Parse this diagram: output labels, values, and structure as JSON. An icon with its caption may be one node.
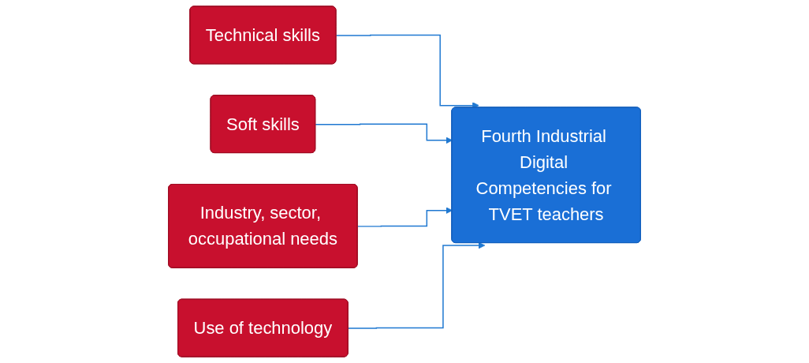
{
  "diagram": {
    "nodes": [
      {
        "text": [
          "Technical skills"
        ]
      },
      {
        "text": [
          "Soft skills"
        ]
      },
      {
        "text": [
          "Industry, sector, occupational needs"
        ]
      },
      {
        "text": [
          "Fourth Industrial Digital Competencies for TVET teachers"
        ]
      },
      {
        "text": [
          "Use of technology"
        ]
      }
    ],
    "edges": [
      {
        "from": 0,
        "to": 3,
        "arrow": "to"
      },
      {
        "from": 1,
        "to": 3,
        "arrow": "to"
      },
      {
        "from": 2,
        "to": 3,
        "arrow": "to"
      },
      {
        "from": 4,
        "to": 3,
        "arrow": "to"
      }
    ]
  }
}
